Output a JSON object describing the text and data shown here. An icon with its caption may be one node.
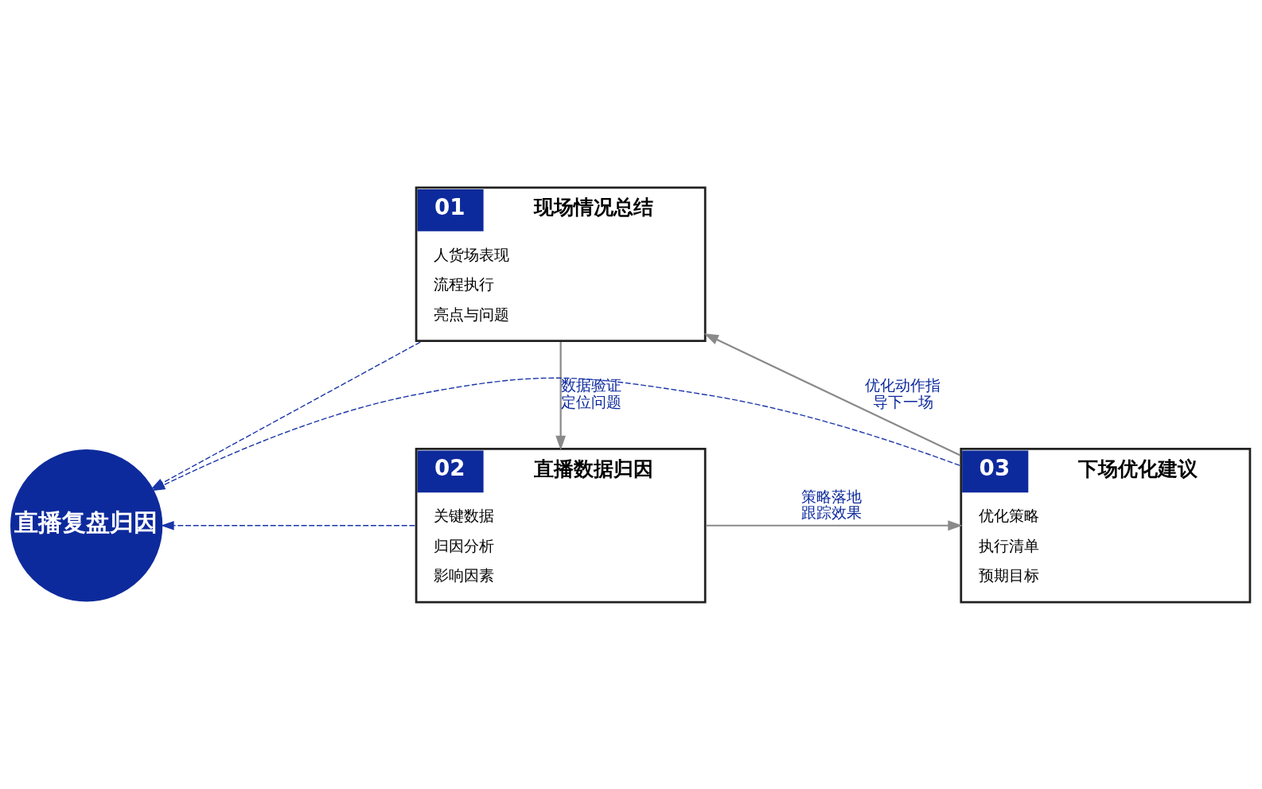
{
  "diagram": {
    "nodes": [
      {
        "text": [
          "01",
          "现场情况总结",
          "人货场表现",
          "流程执行",
          "亮点与问题"
        ]
      },
      {
        "text": [
          "直播复盘归因"
        ]
      },
      {
        "text": [
          "03",
          "下场优化建议",
          "优化策略",
          "执行清单",
          "预期目标"
        ]
      },
      {
        "text": [
          "02",
          "直播数据归因",
          "关键数据",
          "归因分析",
          "影响因素"
        ]
      }
    ],
    "edges": [
      {
        "from": 0,
        "to": 3,
        "arrow": "to",
        "label": "数据验证定位问题"
      },
      {
        "from": 3,
        "to": 2,
        "arrow": "to",
        "label": "策略落地跟踪效果"
      },
      {
        "from": 2,
        "to": 0,
        "arrow": "to",
        "label": "优化动作指导下一场"
      },
      {
        "from": 0,
        "to": 1,
        "arrow": "to",
        "style": "dashed",
        "color": "#1a35a8"
      },
      {
        "from": 3,
        "to": 1,
        "arrow": "to",
        "style": "dashed",
        "color": "#1a35a8"
      },
      {
        "from": 2,
        "to": 1,
        "arrow": "to",
        "style": "dashed",
        "color": "#1a35a8"
      }
    ]
  }
}
